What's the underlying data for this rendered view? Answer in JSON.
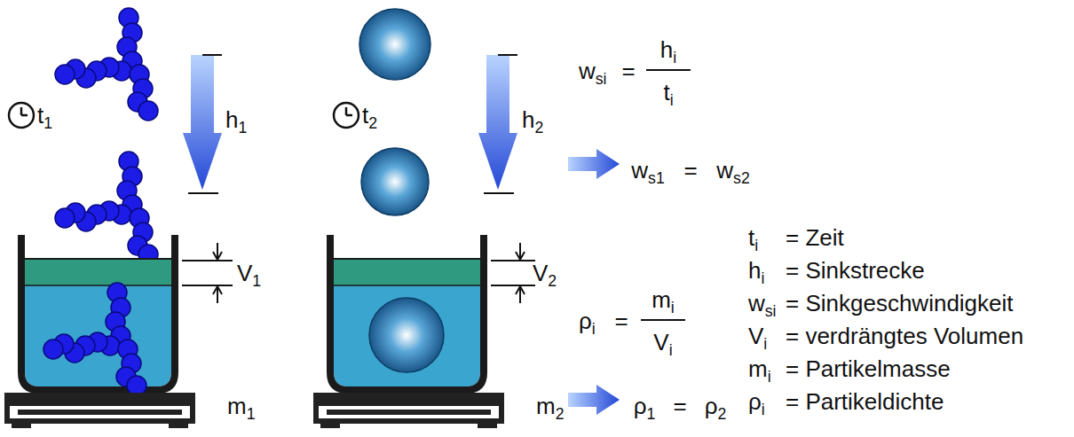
{
  "diagram": {
    "labels": [
      "t1",
      "h1",
      "V1",
      "m1",
      "t2",
      "h2",
      "V2",
      "m2",
      "wsi",
      "=",
      "hi",
      "ti",
      "ws1",
      "=",
      "ws2",
      "ρi",
      "=",
      "mi",
      "Vi",
      "ρ1",
      "=",
      "ρ2",
      "ti",
      "= Zeit",
      "hi",
      "= Sinkstrecke",
      "wsi",
      "= Sinkgeschwindigkeit",
      "Vi",
      "= verdrängtes Volumen",
      "mi",
      "= Partikelmasse",
      "ρi",
      "= Partikeldichte"
    ]
  }
}
